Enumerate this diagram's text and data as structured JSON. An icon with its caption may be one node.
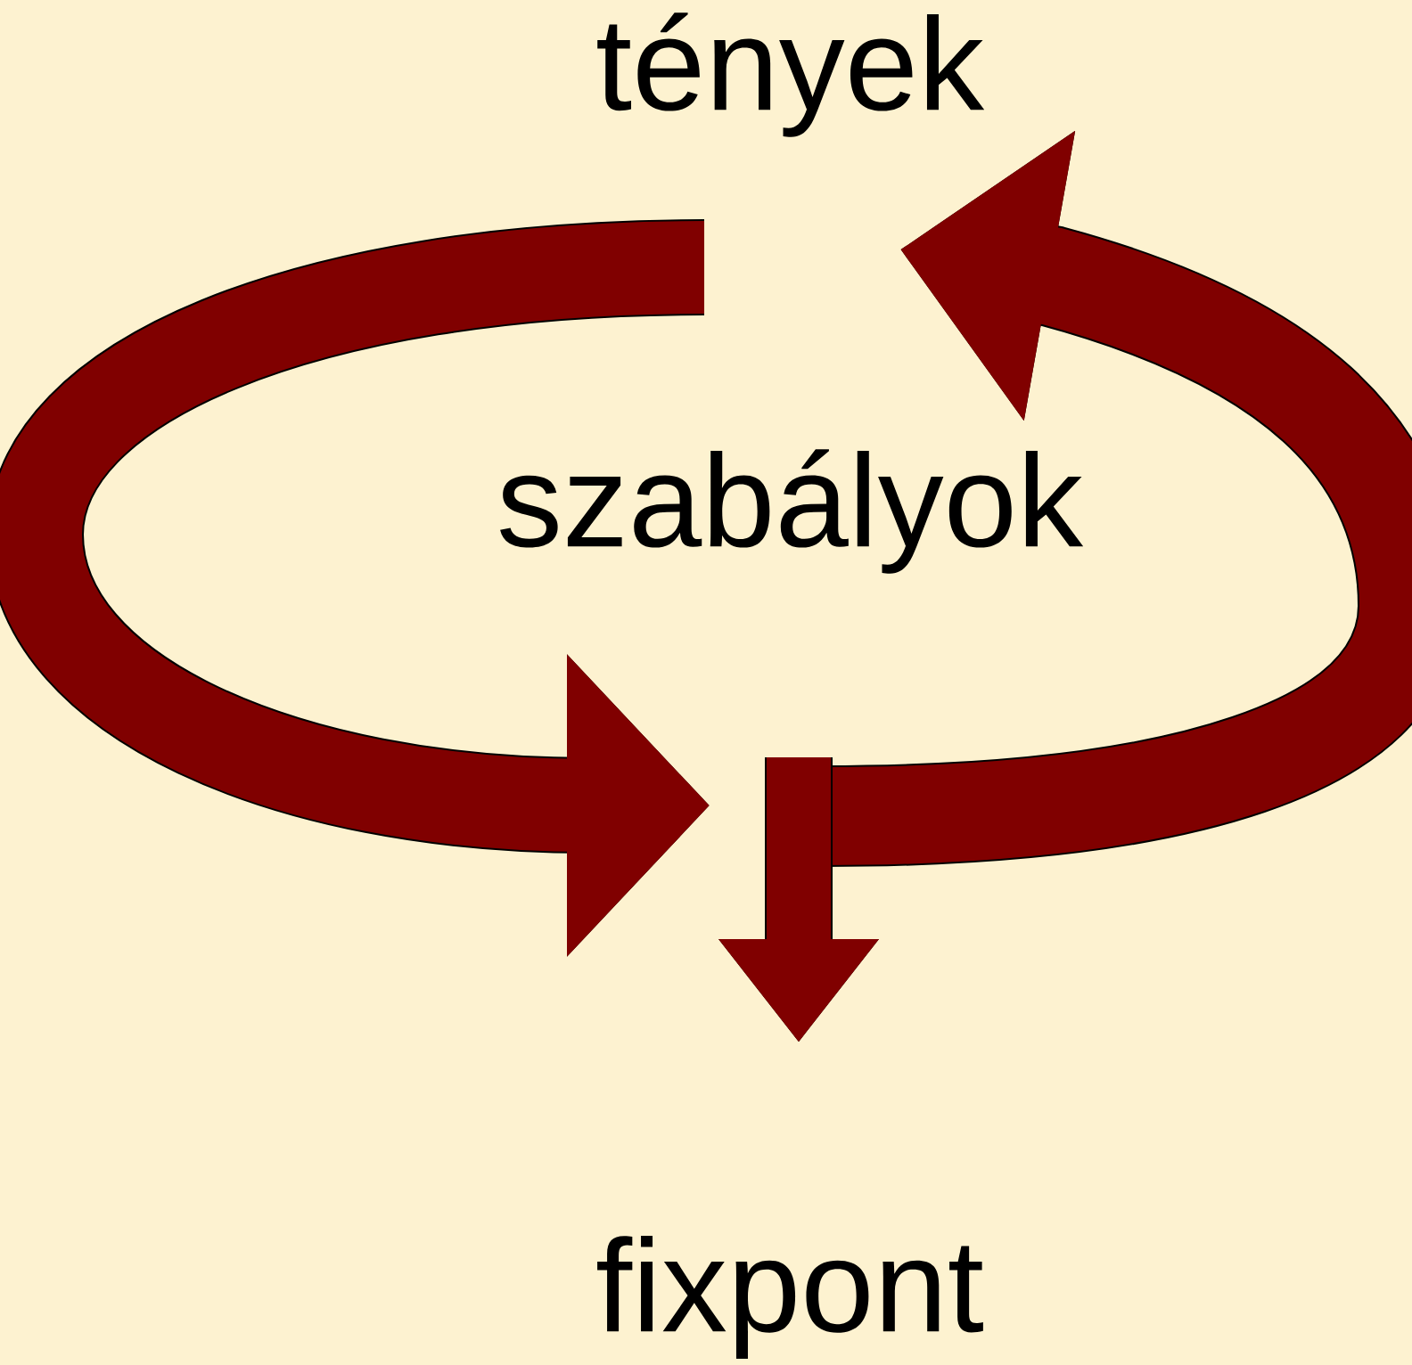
{
  "diagram": {
    "nodes": [
      {
        "text": [
          "tények"
        ]
      },
      {
        "text": [
          "szabályok"
        ]
      },
      {
        "text": [
          "fixpont"
        ]
      }
    ]
  }
}
